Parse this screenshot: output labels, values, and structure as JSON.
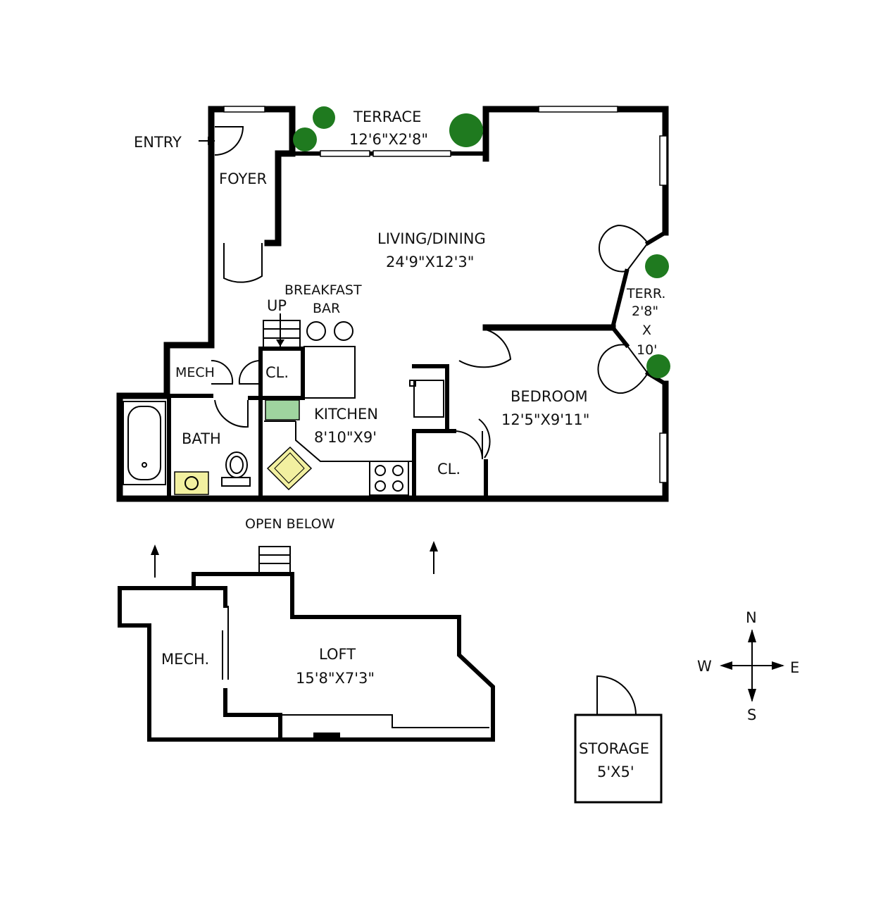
{
  "labels": {
    "entry": "ENTRY",
    "terrace_name": "TERRACE",
    "terrace_dim": "12'6\"X2'8\"",
    "foyer": "FOYER",
    "living_name": "LIVING/DINING",
    "living_dim": "24'9\"X12'3\"",
    "breakfast_1": "BREAKFAST",
    "breakfast_2": "BAR",
    "up": "UP",
    "mech": "MECH",
    "closet_1": "CL.",
    "kitchen_name": "KITCHEN",
    "kitchen_dim": "8'10\"X9'",
    "bath": "BATH",
    "closet_2": "CL.",
    "bedroom_name": "BEDROOM",
    "bedroom_dim": "12'5\"X9'11\"",
    "terr2_1": "TERR.",
    "terr2_2": "2'8\"",
    "terr2_3": "X",
    "terr2_4": "10'",
    "open_below": "OPEN BELOW",
    "loft_mech": "MECH.",
    "loft_name": "LOFT",
    "loft_dim": "15'8\"X7'3\"",
    "storage_name": "STORAGE",
    "storage_dim": "5'X5'"
  },
  "compass": {
    "n": "N",
    "s": "S",
    "e": "E",
    "w": "W"
  },
  "colors": {
    "wall": "#000000",
    "plant": "#1f7a1f",
    "fixture": "#f2f0a0",
    "counter_tile": "#9fd49f"
  }
}
